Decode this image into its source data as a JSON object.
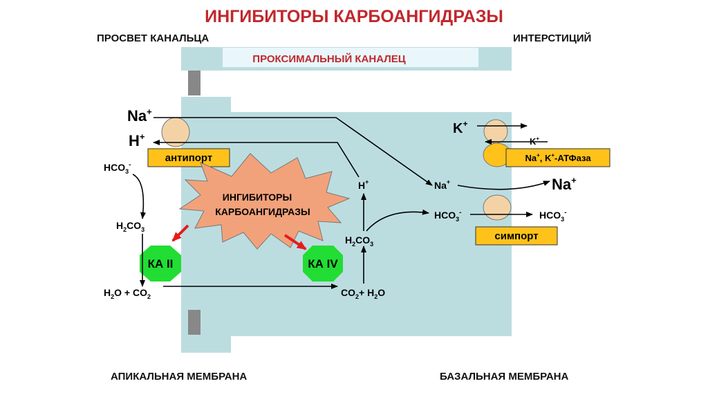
{
  "title": "ИНГИБИТОРЫ КАРБОАНГИДРАЗЫ",
  "labels": {
    "lumen": "ПРОСВЕТ КАНАЛЬЦА",
    "interstitium": "ИНТЕРСТИЦИЙ",
    "tubule": "ПРОКСИМАЛЬНЫЙ КАНАЛЕЦ",
    "apical_membrane": "АПИКАЛЬНАЯ МЕМБРАНА",
    "basal_membrane": "БАЗАЛЬНАЯ МЕМБРАНА"
  },
  "lumen_side": {
    "na": "Na",
    "h": "H",
    "hco3": "HCO",
    "h2co3": "H",
    "h2o_co2": "H",
    "antiport": "антипорт"
  },
  "inhibitor_burst": {
    "line1": "ИНГИБИТОРЫ",
    "line2": "КАРБОАНГИДРАЗЫ"
  },
  "enzymes": {
    "ka2": "КА II",
    "ka4": "КА IV"
  },
  "cell": {
    "h_plus": "H",
    "h2co3": "H",
    "co2_h2o": "CO",
    "na_plus": "Na",
    "hco3": "HCO"
  },
  "basal_side": {
    "k_left": "K",
    "k_right": "K",
    "atpase": "Na",
    "na_out": "Na",
    "hco3_out": "HCO",
    "symport": "симпорт"
  },
  "colors": {
    "title": "#c0282d",
    "cell_fill": "#bcdde0",
    "antiport_fill": "#ffc21a",
    "enzyme_fill": "#22dd33",
    "burst_fill": "#f2a27a",
    "transporter_fill": "#f3d3a6",
    "inhibition_arrow": "#e61b1b"
  }
}
